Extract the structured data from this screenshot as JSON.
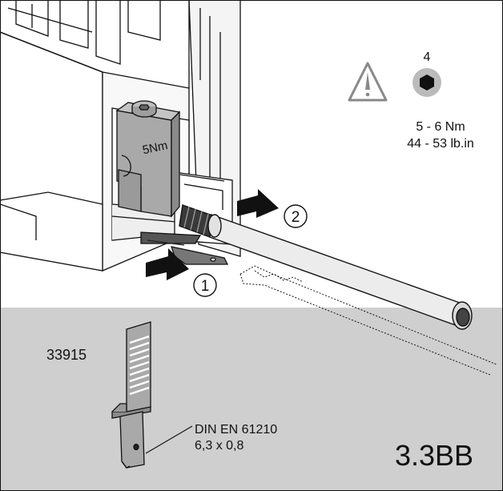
{
  "figure": {
    "id": "3.3BB",
    "colors": {
      "panel_gray": "#cfcfcf",
      "line": "#111111",
      "body_gray": "#a8a8a8",
      "cable_white": "#ebebeb"
    }
  },
  "callouts": {
    "step_1": "1",
    "step_2": "2"
  },
  "clamp": {
    "torque_marking": "5Nm"
  },
  "tool": {
    "warning_icon": "warning-triangle-icon",
    "hex_key_icon": "hex-key-icon",
    "hex_size": "4",
    "torque_nm": "5 - 6 Nm",
    "torque_lbin": "44 - 53 lb.in"
  },
  "part": {
    "number": "33915",
    "standard": "DIN EN 61210",
    "size": "6,3 x 0,8"
  }
}
